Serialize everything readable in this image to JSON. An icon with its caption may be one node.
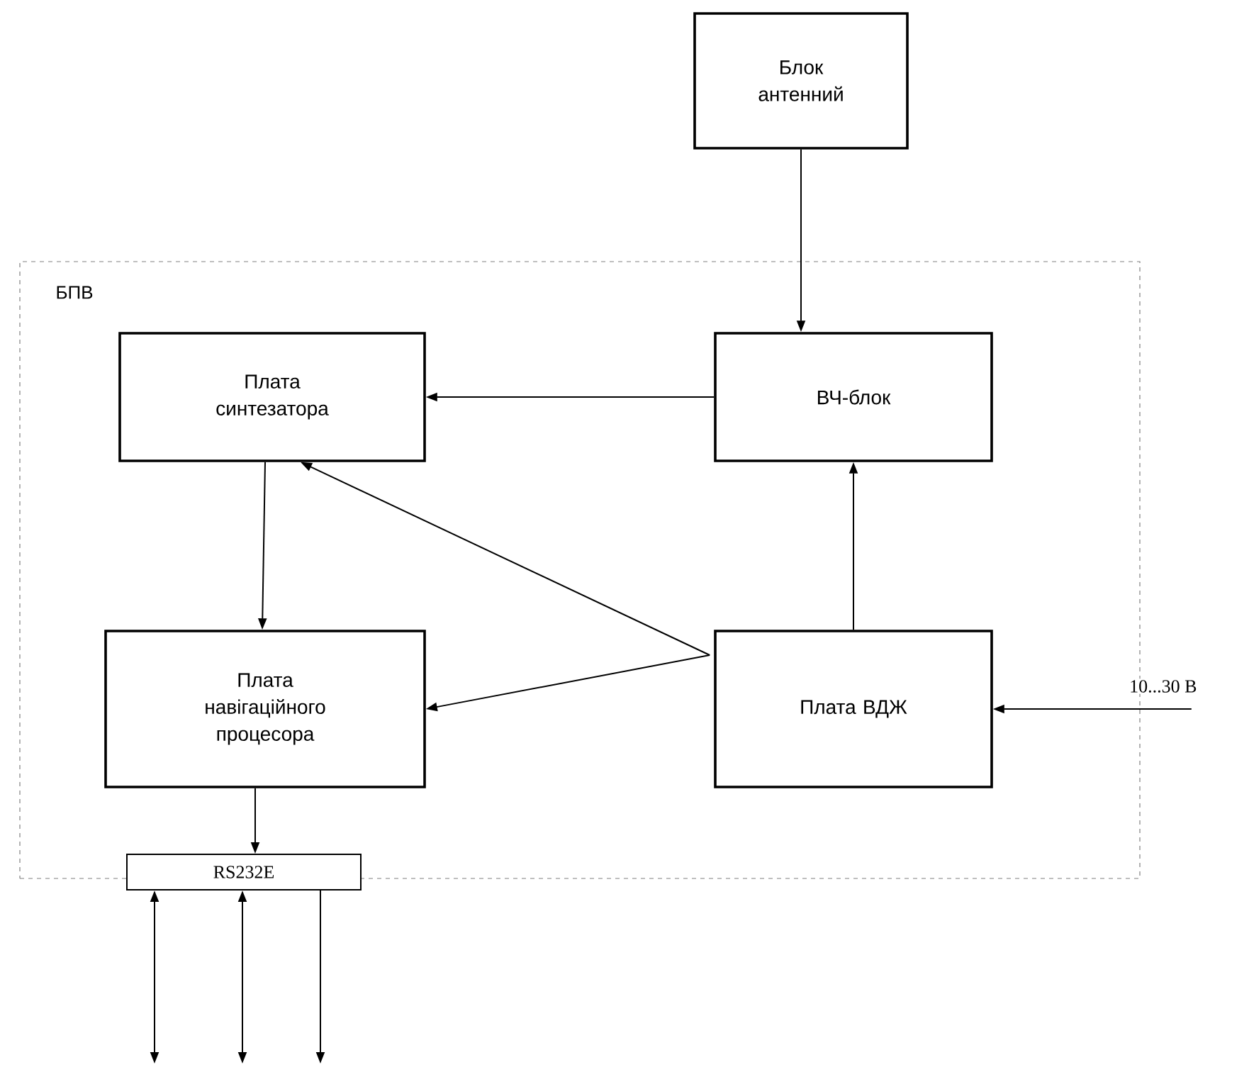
{
  "diagram": {
    "nodes": [
      {
        "text": [
          "Блок антенний"
        ]
      },
      {
        "text": [
          "БПВ"
        ]
      },
      {
        "text": [
          "Плата синтезатора"
        ],
        "in": 1
      },
      {
        "text": [
          "ВЧ-блок"
        ],
        "in": 1
      },
      {
        "text": [
          "Плата навігаційного процесора"
        ],
        "in": 1
      },
      {
        "text": [
          "Плата ВДЖ"
        ],
        "in": 1
      },
      {
        "text": [
          "RS232E"
        ]
      }
    ],
    "edges": [
      {
        "from": 0,
        "to": 3,
        "arrow": "to"
      },
      {
        "from": 3,
        "to": 2,
        "arrow": "to"
      },
      {
        "from": 2,
        "to": 4,
        "arrow": "to"
      },
      {
        "from": 5,
        "to": 3,
        "arrow": "to"
      },
      {
        "from": 5,
        "to": 2,
        "arrow": "to"
      },
      {
        "from": 5,
        "to": 4,
        "arrow": "to"
      },
      {
        "from": null,
        "to": 5,
        "arrow": "to",
        "label": "10...30 В"
      },
      {
        "from": 4,
        "to": 6,
        "arrow": "to"
      },
      {
        "from": 6,
        "to": null,
        "arrow": "both"
      },
      {
        "from": 6,
        "to": null,
        "arrow": "both"
      },
      {
        "from": 6,
        "to": null,
        "arrow": "to"
      }
    ]
  }
}
